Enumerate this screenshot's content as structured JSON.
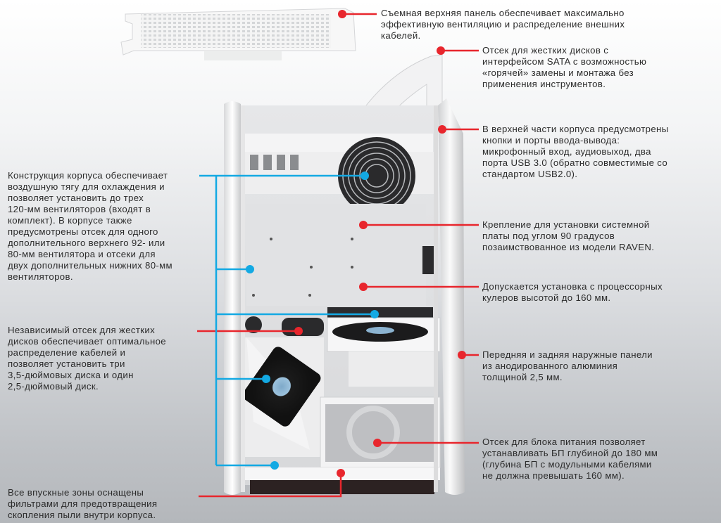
{
  "figure": {
    "subject": "PC case cutaway with feature callouts",
    "accent_red": "#e8262d",
    "accent_blue": "#13a9e3"
  },
  "callouts_right": [
    {
      "id": "top-panel",
      "lines": [
        "Съемная верхняя панель обеспечивает максимально",
        "эффективную вентиляцию и распределение внешних",
        "кабелей."
      ]
    },
    {
      "id": "hdd-sata",
      "lines": [
        "Отсек для жестких дисков с",
        "интерфейсом SATA с возможностью",
        "«горячей» замены и монтажа без",
        "применения инструментов."
      ]
    },
    {
      "id": "io-ports",
      "lines": [
        "В верхней части корпуса предусмотрены",
        "кнопки и порты ввода-вывода:",
        "микрофонный вход, аудиовыход, два",
        "порта USB 3.0 (обратно совместимые со",
        "стандартом USB2.0)."
      ]
    },
    {
      "id": "motherboard",
      "lines": [
        "Крепление для установки системной",
        "платы под углом 90 градусов",
        "позаимствованное из модели RAVEN."
      ]
    },
    {
      "id": "cpu-cooler",
      "lines": [
        "Допускается установка с процессорных",
        "кулеров высотой до 160 мм."
      ]
    },
    {
      "id": "panels",
      "lines": [
        "Передняя и задняя наружные панели",
        "из анодированного алюминия",
        "толщиной 2,5 мм."
      ]
    },
    {
      "id": "psu",
      "lines": [
        "Отсек для блока питания позволяет",
        "устанавливать БП глубиной до 180 мм",
        "(глубина БП с модульными кабелями",
        "не должна превышать 160 мм)."
      ]
    }
  ],
  "callouts_left": [
    {
      "id": "airflow",
      "lines": [
        "Конструкция корпуса обеспечивает",
        "воздушную тягу для охлаждения и",
        "позволяет установить до трех",
        "120-мм вентиляторов (входят в",
        "комплект). В корпусе также",
        "предусмотрены отсек для одного",
        "дополнительного верхнего 92- или",
        "80-мм вентилятора и отсеки для",
        "двух дополнительных нижних 80-мм",
        "вентиляторов."
      ]
    },
    {
      "id": "hdd-bay",
      "lines": [
        "Независимый отсек для жестких",
        "дисков обеспечивает оптимальное",
        "распределение кабелей и",
        "позволяет установить три",
        "3,5-дюймовых диска и один",
        "2,5-дюймовый диск."
      ]
    },
    {
      "id": "filters",
      "lines": [
        "Все впускные зоны оснащены",
        "фильтрами для предотвращения",
        "скопления пыли внутри корпуса."
      ]
    }
  ]
}
